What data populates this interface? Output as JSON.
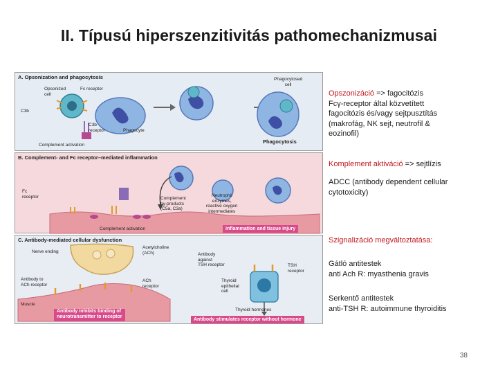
{
  "title": "II. Típusú hiperszenzitivitás pathomechanizmusai",
  "figure": {
    "panel_a": {
      "title": "A. Opsonization and phagocytosis",
      "labels": {
        "opsonized_cell": "Opsonized\ncell",
        "fc_receptor": "Fc receptor",
        "c3b": "C3b",
        "c3b_receptor": "C3b\nreceptor",
        "phagocyte": "Phagocyte",
        "complement_activation": "Complement activation",
        "phagocytosed_cell": "Phagocytosed\ncell",
        "phagocytosis": "Phagocytosis"
      }
    },
    "panel_b": {
      "title": "B. Complement- and Fc receptor–mediated inflammation",
      "labels": {
        "fc_receptor": "Fc\nreceptor",
        "complement_activation": "Complement activation",
        "byproducts": "Complement\nby-products\n(C5a, C3a)",
        "enzymes": "Neutrophil\nenzymes,\nreactive oxygen\nintermediates",
        "inflammation": "Inflammation and tissue injury"
      }
    },
    "panel_c": {
      "title": "C. Antibody-mediated cellular dysfunction",
      "labels": {
        "nerve_ending": "Nerve ending",
        "acetylcholine": "Acetylcholine\n(ACh)",
        "ach_receptor": "ACh\nreceptor",
        "antibody_to_ach": "Antibody to\nACh receptor",
        "muscle": "Muscle",
        "inhibits": "Antibody inhibits binding of\nneurotransmitter to receptor",
        "antibody_against_tsh": "Antibody\nagainst\nTSH receptor",
        "tsh_receptor": "TSH\nreceptor",
        "thyroid_cell": "Thyroid\nepithelial\ncell",
        "thyroid_hormones": "Thyroid hormones",
        "stimulates": "Antibody stimulates receptor without hormone"
      }
    }
  },
  "text_blocks": {
    "b1_red": "Opszonizáció",
    "b1_rest": " => fagocitózis",
    "b1_line2": "Fcγ-receptor  által közvetített",
    "b1_line3": "fagocitózis és/vagy  sejtpusztítás",
    "b1_line4": "(makrofág, NK sejt, neutrofil &",
    "b1_line5": "eozinofil)",
    "b2_red": "Komplement aktiváció",
    "b2_rest": " => sejtlízis",
    "b3_line1": "ADCC (antibody dependent cellular",
    "b3_line2": "cytotoxicity)",
    "b4_red": "Szignalizáció megváltoztatása:",
    "b5_line1": "Gátló antitestek",
    "b5_line2": "anti Ach R: myasthenia gravis",
    "b6_line1": "Serkentő antitestek",
    "b6_line2": "anti-TSH R: autoimmune thyroiditis"
  },
  "page_number": "38",
  "colors": {
    "accent_red": "#c0171f",
    "panel_a_bg": "#e6ecf3",
    "panel_b_bg": "#f5d9dc",
    "panel_c_bg": "#e7edf3",
    "label_strip": "#d84a8a"
  }
}
